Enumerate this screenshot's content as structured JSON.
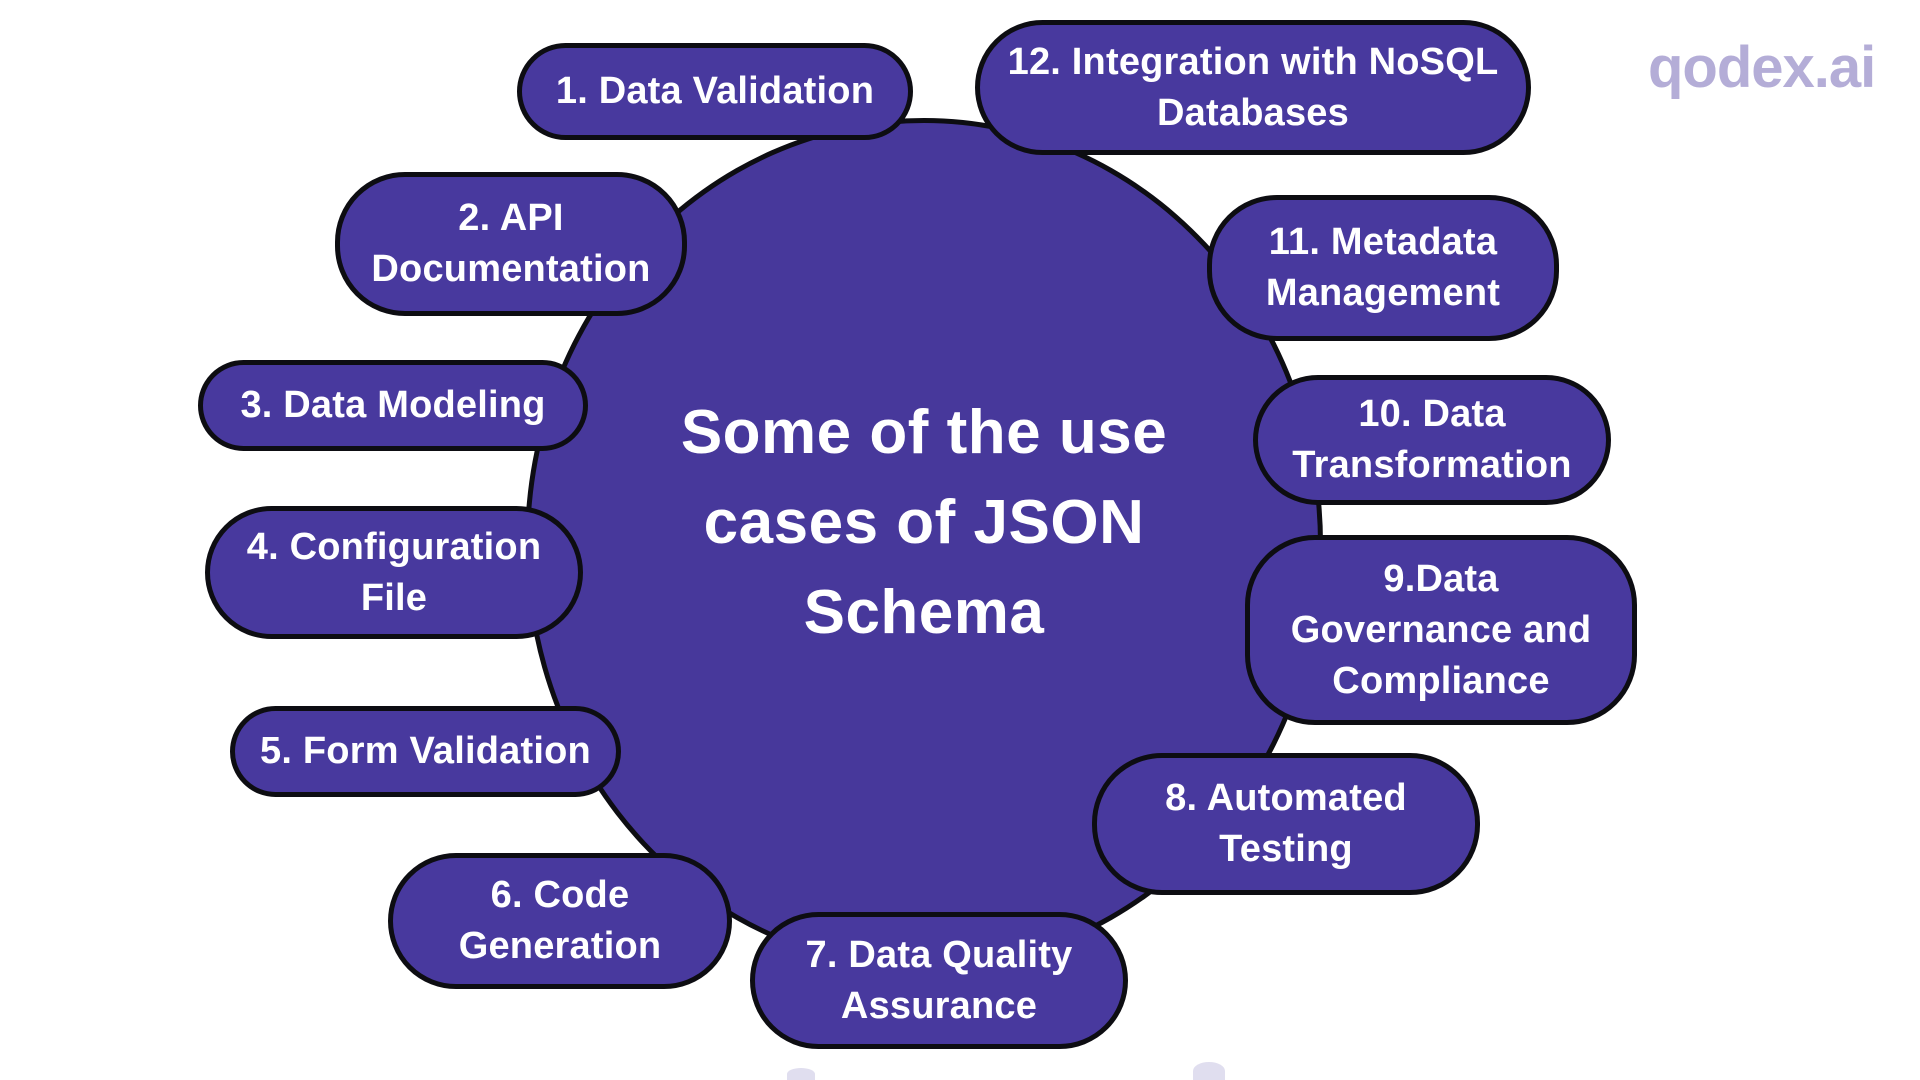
{
  "center": {
    "title": "Some of the use\ncases of JSON\nSchema"
  },
  "pills": [
    {
      "id": 1,
      "text": "1. Data Validation"
    },
    {
      "id": 2,
      "text": "2. API\nDocumentation"
    },
    {
      "id": 3,
      "text": "3. Data Modeling"
    },
    {
      "id": 4,
      "text": "4. Configuration\nFile"
    },
    {
      "id": 5,
      "text": "5. Form Validation"
    },
    {
      "id": 6,
      "text": "6. Code\nGeneration"
    },
    {
      "id": 7,
      "text": "7. Data Quality\nAssurance"
    },
    {
      "id": 8,
      "text": "8. Automated\nTesting"
    },
    {
      "id": 9,
      "text": "9.Data\nGovernance and\nCompliance"
    },
    {
      "id": 10,
      "text": "10. Data\nTransformation"
    },
    {
      "id": 11,
      "text": "11. Metadata\nManagement"
    },
    {
      "id": 12,
      "text": "12. Integration with NoSQL\nDatabases"
    }
  ],
  "brand": {
    "logo_text": "qodex.ai"
  },
  "colors": {
    "pill_fill": "#48399E",
    "circle_fill": "#47389B",
    "outline": "#0d0d12",
    "text": "#ffffff",
    "logo": "#b4add7",
    "background": "#ffffff"
  }
}
